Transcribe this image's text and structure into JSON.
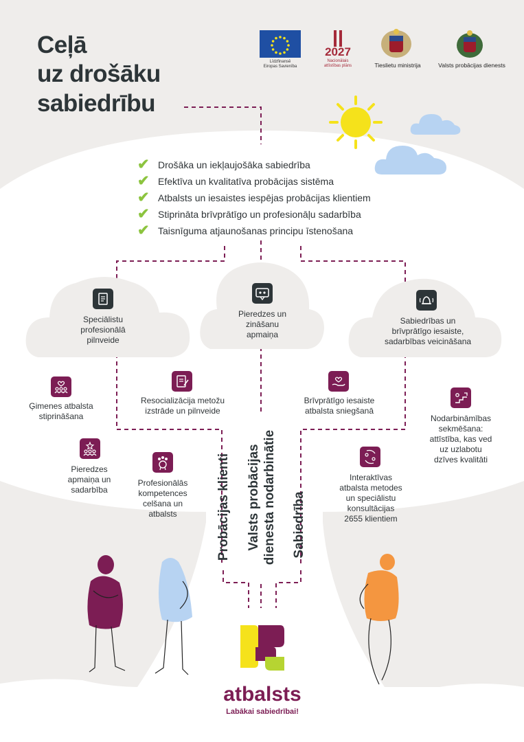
{
  "title": {
    "line1": "Ceļā",
    "line2": "uz drošāku",
    "line3": "sabiedrību"
  },
  "logos": {
    "eu_caption_1": "Līdzfinansē",
    "eu_caption_2": "Eiropas Savienība",
    "nap_number": "2027",
    "nap_caption_1": "Nacionālais",
    "nap_caption_2": "attīstības plāns",
    "ministry_caption": "Tieslietu ministrija",
    "probation_caption": "Valsts probācijas dienests"
  },
  "benefits": [
    "Drošāka un iekļaujošāka sabiedrība",
    "Efektīva un kvalitatīva probācijas sistēma",
    "Atbalsts un iesaistes iespējas probācijas klientiem",
    "Stiprināta brīvprātīgo un profesionāļu sadarbība",
    "Taisnīguma atjaunošanas principu īstenošana"
  ],
  "clouds": {
    "left": {
      "line1": "Speciālistu",
      "line2": "profesionālā",
      "line3": "pilnveide"
    },
    "center": {
      "line1": "Pieredzes un",
      "line2": "zināšanu",
      "line3": "apmaiņa"
    },
    "right": {
      "line1": "Sabiedrības un",
      "line2": "brīvprātīgo iesaiste,",
      "line3": "sadarbības veicināšana"
    }
  },
  "activities": {
    "family": {
      "line1": "Ģimenes atbalsta",
      "line2": "stiprināšana"
    },
    "resocial": {
      "line1": "Resocializācija metožu",
      "line2": "izstrāde un pilnveide"
    },
    "exchange": {
      "line1": "Pieredzes",
      "line2": "apmaiņa un",
      "line3": "sadarbība"
    },
    "competence": {
      "line1": "Profesionālās",
      "line2": "kompetences",
      "line3": "celšana un",
      "line4": "atbalsts"
    },
    "volunteer": {
      "line1": "Brīvprātīgo iesaiste",
      "line2": "atbalsta sniegšanā"
    },
    "employment": {
      "line1": "Nodarbināmības",
      "line2": "sekmēšana:",
      "line3": "attīstība, kas ved",
      "line4": "uz uzlabotu",
      "line5": "dzīves kvalitāti"
    },
    "interactive": {
      "line1": "Interaktīvas",
      "line2": "atbalsta metodes",
      "line3": "un speciālistu",
      "line4": "konsultācijas",
      "line5": "2655 klientiem"
    }
  },
  "trunk": {
    "clients": "Probācijas klienti",
    "service_1": "Valsts probācijas",
    "service_2": "dienesta nodarbinātie",
    "society": "Sabiedrība"
  },
  "brand": {
    "name": "atbalsts",
    "tagline": "Labākai sabiedrībai!"
  },
  "colors": {
    "purple": "#7c1d54",
    "dark": "#2d3538",
    "green": "#8cc43f",
    "yellow": "#f5e21b",
    "lime": "#b6d432",
    "sky": "#b7d3f2",
    "orange": "#f49640",
    "sand": "#efedeb"
  }
}
